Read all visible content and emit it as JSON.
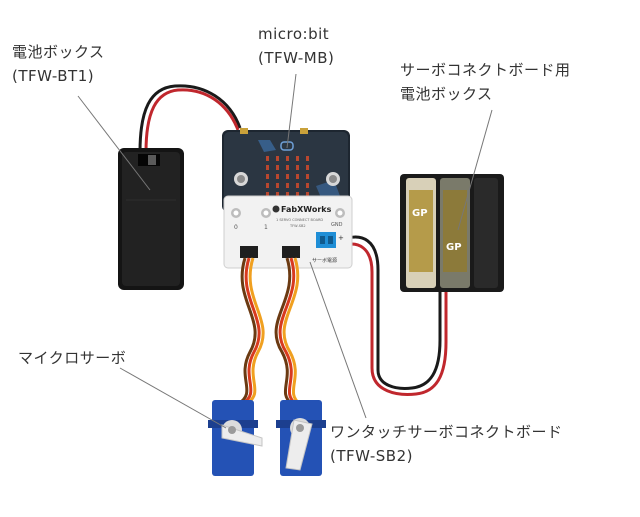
{
  "labels": {
    "battery_box": {
      "line1": "電池ボックス",
      "line2": "(TFW-BT1)"
    },
    "microbit": {
      "line1": "micro:bit",
      "line2": "(TFW-MB)"
    },
    "servo_battery_box": {
      "line1": "サーボコネクトボード用",
      "line2": "電池ボックス"
    },
    "micro_servo": {
      "line1": "マイクロサーボ"
    },
    "servo_board": {
      "line1": "ワンタッチサーボコネクトボード",
      "line2": "(TFW-SB2)"
    }
  },
  "board": {
    "brand": "FabXWorks",
    "subtitle": "1 SERVO CONNECT BOARD",
    "model": "TFW-SB2",
    "pin0": "0",
    "pin1": "1",
    "gnd": "GND",
    "plus": "+",
    "servo_power": "サーボ電源"
  },
  "battery": {
    "brand": "GP"
  },
  "colors": {
    "wire_red": "#c0272d",
    "wire_black": "#1a1a1a",
    "servo_blue": "#2452b5",
    "board_white": "#f2f2f2",
    "microbit_black": "#1d2630",
    "pointer_line": "#777777"
  }
}
